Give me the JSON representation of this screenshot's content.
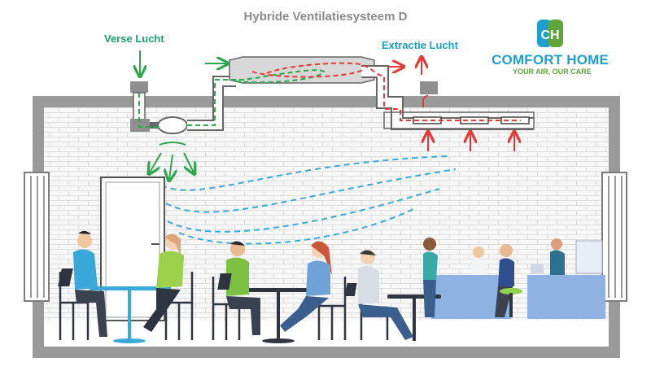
{
  "diagram": {
    "title": "Hybride Ventilatiesysteem D",
    "labels": {
      "fresh_air": "Verse Lucht",
      "extract_air": "Extractie Lucht"
    }
  },
  "brand": {
    "name": "COMFORT HOME",
    "tagline": "YOUR AIR, OUR CARE",
    "logo_letters": "CH"
  },
  "colors": {
    "fresh_air": "#2aa84a",
    "extract_air": "#e53935",
    "circulation": "#3aa9d9",
    "wall": "#8c8c8c",
    "brand_blue": "#1f9fcf",
    "brand_green": "#5fa53a",
    "brick": "#f1f1f1"
  }
}
